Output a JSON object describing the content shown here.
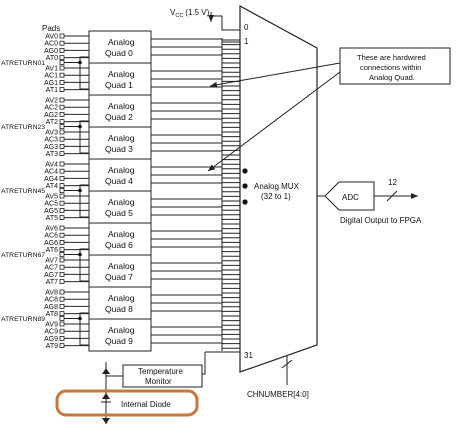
{
  "diagram": {
    "pads_header": "Pads",
    "vcc": {
      "symbol": "V",
      "subscript": "CC",
      "value": "(1.5 V)"
    },
    "mux_inputs": {
      "first": "0",
      "second": "1",
      "last": "31"
    },
    "mux_label_line1": "Analog MUX",
    "mux_label_line2": "(32 to 1)",
    "callout_line1": "These are hardwired",
    "callout_line2": "connections within",
    "callout_line3": "Analog Quad.",
    "adc_label": "ADC",
    "bus_width": "12",
    "fpga_label": "Digital Output to FPGA",
    "chnumber_label": "CHNUMBER[4:0]",
    "temp_monitor_line1": "Temperature",
    "temp_monitor_line2": "Monitor",
    "internal_diode": "Internal Diode",
    "quad_word": "Analog",
    "quads": [
      {
        "name": "Quad 0",
        "pads": [
          "AV0",
          "AC0",
          "AG0",
          "AT0"
        ],
        "return_label": ""
      },
      {
        "name": "Quad 1",
        "pads": [
          "AV1",
          "AC1",
          "AG1",
          "AT1"
        ],
        "return_label": "ATRETURN01"
      },
      {
        "name": "Quad 2",
        "pads": [
          "AV2",
          "AC2",
          "AG2",
          "AT2"
        ],
        "return_label": ""
      },
      {
        "name": "Quad 3",
        "pads": [
          "AV3",
          "AC3",
          "AG3",
          "AT3"
        ],
        "return_label": "ATRETURN23"
      },
      {
        "name": "Quad 4",
        "pads": [
          "AV4",
          "AC4",
          "AG4",
          "AT4"
        ],
        "return_label": ""
      },
      {
        "name": "Quad 5",
        "pads": [
          "AV5",
          "AC5",
          "AG5",
          "AT5"
        ],
        "return_label": "ATRETURN45"
      },
      {
        "name": "Quad 6",
        "pads": [
          "AV6",
          "AC6",
          "AG6",
          "AT6"
        ],
        "return_label": ""
      },
      {
        "name": "Quad 7",
        "pads": [
          "AV7",
          "AC7",
          "AG7",
          "AT7"
        ],
        "return_label": "ATRETURN67"
      },
      {
        "name": "Quad 8",
        "pads": [
          "AV8",
          "AC8",
          "AG8",
          "AT8"
        ],
        "return_label": ""
      },
      {
        "name": "Quad 9",
        "pads": [
          "AV9",
          "AC9",
          "AG9",
          "AT9"
        ],
        "return_label": "ATRETURN89"
      }
    ],
    "highlight_color": "#c8763a"
  }
}
